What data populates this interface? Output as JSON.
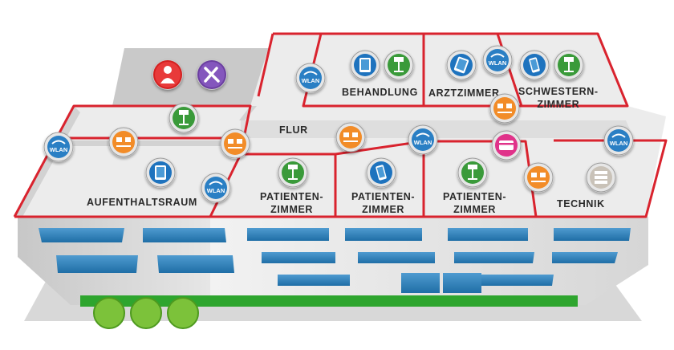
{
  "rooms": {
    "aufenthaltsraum": "AUFENTHALTSRAUM",
    "behandlung": "BEHANDLUNG",
    "arztzimmer": "ARZTZIMMER",
    "schwesternzimmer_1": "SCHWESTERN-",
    "schwesternzimmer_2": "ZIMMER",
    "flur": "FLUR",
    "patientenzimmer_a_1": "PATIENTEN-",
    "patientenzimmer_a_2": "ZIMMER",
    "patientenzimmer_b_1": "PATIENTEN-",
    "patientenzimmer_b_2": "ZIMMER",
    "patientenzimmer_c_1": "PATIENTEN-",
    "patientenzimmer_c_2": "ZIMMER",
    "technik": "TECHNIK"
  },
  "wlan_label": "WLAN",
  "colors": {
    "wall_red": "#d9232e",
    "floor": "#e9e9e9",
    "wlan_blue": "#2a7fc4",
    "tablet_blue": "#1e73be",
    "cart_green": "#3a9a3a",
    "network_orange": "#f28c28",
    "card_pink": "#e0338a",
    "person_red": "#d42020",
    "tools_purple": "#6b3fa0",
    "server_gray": "#b9b2a8",
    "lawn_green": "#2ea52e",
    "window_blue": "#2f7fb6"
  }
}
